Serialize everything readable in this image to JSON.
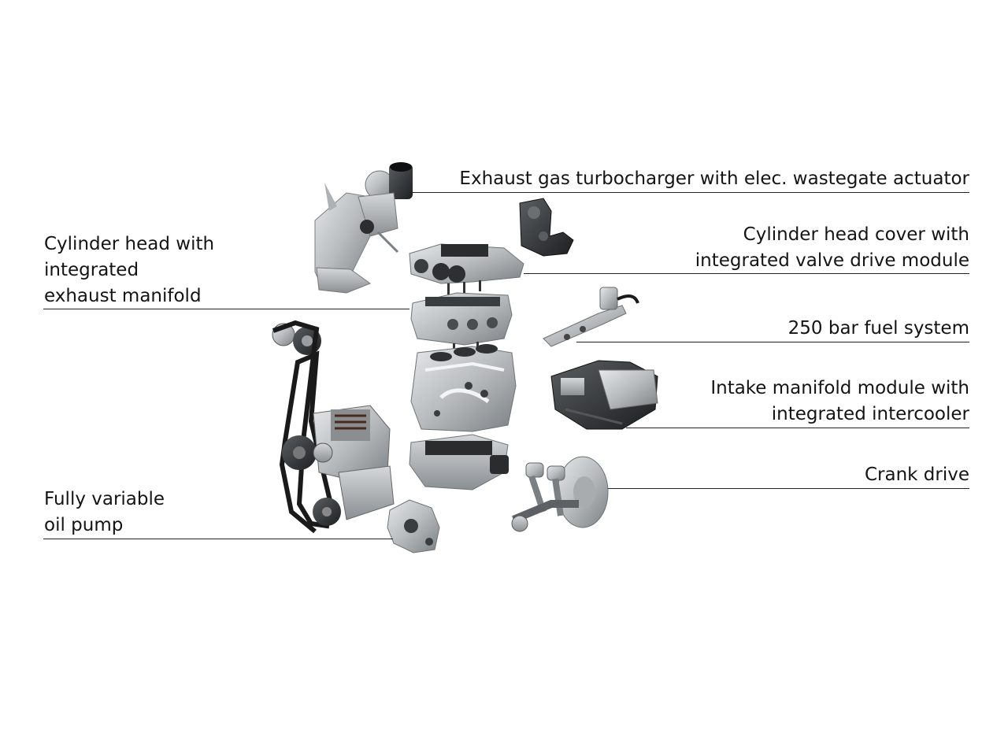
{
  "callouts": {
    "turbocharger": "Exhaust gas turbocharger with elec. wastegate actuator",
    "cylinder_head_cover": [
      "Cylinder head cover with",
      "integrated valve drive module"
    ],
    "cylinder_head": [
      "Cylinder head with",
      "integrated",
      "exhaust manifold"
    ],
    "fuel_system": "250 bar fuel system",
    "intake_manifold": [
      "Intake manifold module with",
      "integrated intercooler"
    ],
    "crank_drive": "Crank drive",
    "oil_pump": [
      "Fully variable",
      "oil pump"
    ]
  },
  "colors": {
    "background": "#ffffff",
    "text": "#141414",
    "leader_line": "#222222",
    "metal_light": "#c9ccce",
    "metal_dark": "#6d7174",
    "rubber": "#1c1c1c"
  }
}
